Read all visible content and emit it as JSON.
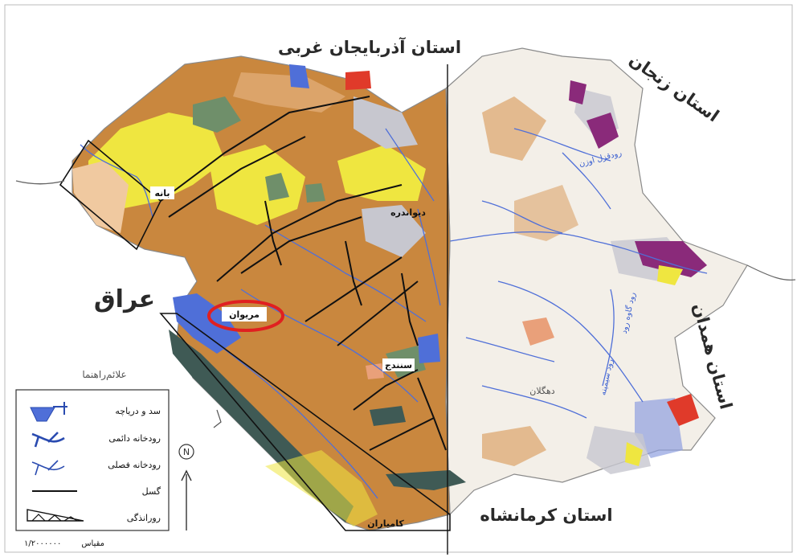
{
  "labels": {
    "west_azarbaijan": "استان آذربایجان غربی",
    "zanjan": "استان زنجان",
    "hamadan": "استان همدان",
    "kermanshah": "استان کرمانشاه",
    "iraq": "عراق",
    "baneh": "بانه",
    "divandarreh": "دیواندره",
    "marivan": "مریوان",
    "sanandaj": "سنندج",
    "dehgolan": "دهگلان",
    "kamyaran": "کامیاران",
    "qezel_ozan": "رودقزل اوزن",
    "river_east": "رود گاوه رود",
    "river_east2": "رود سیمینه"
  },
  "legend": {
    "title": "علائم‌راهنما",
    "items": [
      {
        "label": "سد و دریاچه"
      },
      {
        "label": "رودخانه دائمی"
      },
      {
        "label": "رودخانه فصلی"
      },
      {
        "label": "گسل"
      },
      {
        "label": "رورانذگی"
      }
    ],
    "scale_label": "مقیاس",
    "scale_value": "۱/۲۰۰۰۰۰۰"
  },
  "north": "N",
  "colors": {
    "brown": "#c9873e",
    "brown_light": "#dca46a",
    "yellow": "#efe640",
    "peach": "#f0c9a0",
    "grey": "#c7c7cf",
    "green": "#6f8f6a",
    "dark_green": "#3f5a55",
    "blue": "#4f6fd8",
    "purple": "#8a2a7a",
    "red": "#e03a2a",
    "marker": "#e02020"
  }
}
